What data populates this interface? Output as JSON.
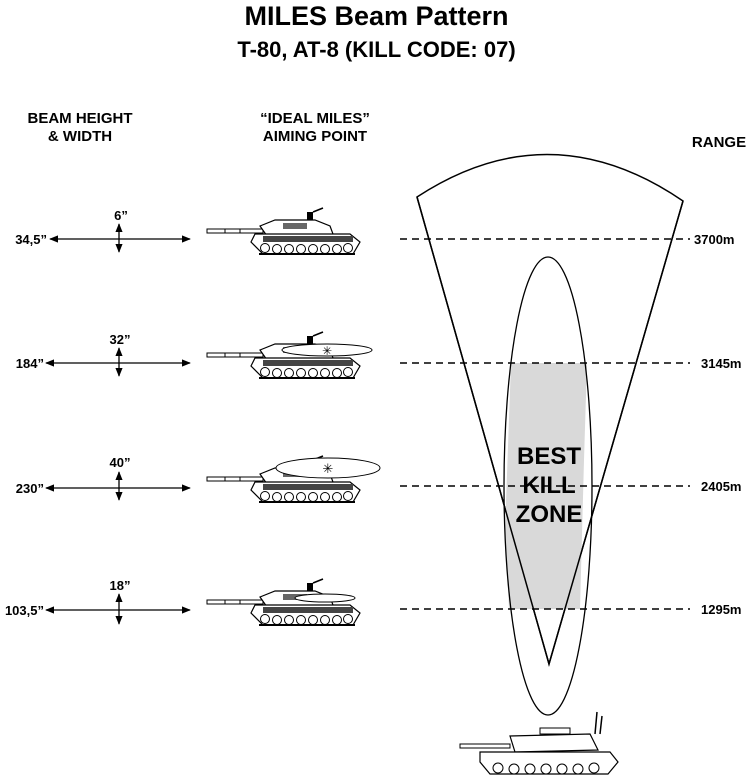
{
  "title": "MILES Beam Pattern",
  "subtitle": "T-80, AT-8 (KILL CODE: 07)",
  "headers": {
    "beam_line1": "BEAM HEIGHT",
    "beam_line2": "& WIDTH",
    "aim_line1": "“IDEAL MILES”",
    "aim_line2": "AIMING POINT",
    "range": "RANGE"
  },
  "rows": [
    {
      "height": "6”",
      "width": "34,5”",
      "range": "3700m"
    },
    {
      "height": "32”",
      "width": "184”",
      "range": "3145m"
    },
    {
      "height": "40”",
      "width": "230”",
      "range": "2405m"
    },
    {
      "height": "18”",
      "width": "103,5”",
      "range": "1295m"
    }
  ],
  "zone": {
    "line1": "BEST",
    "line2": "KILL",
    "line3": "ZONE"
  },
  "colors": {
    "ink": "#000000",
    "zone_fill": "#d9d9d9",
    "background": "#ffffff"
  }
}
